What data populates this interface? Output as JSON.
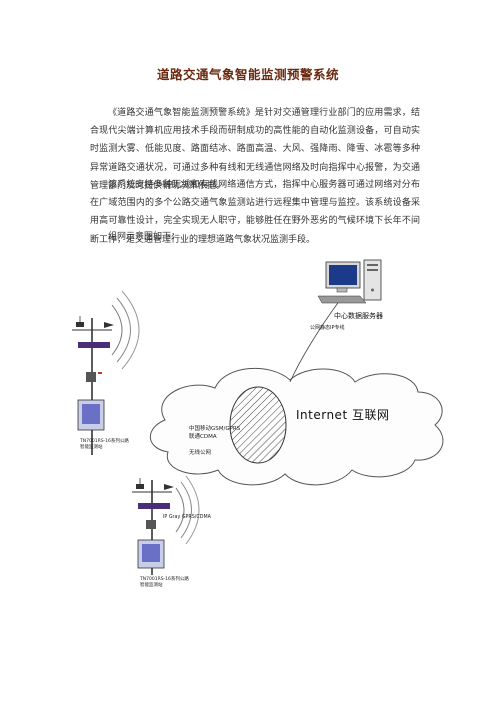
{
  "doc": {
    "title": "道路交通气象智能监测预警系统",
    "paragraphs": [
      "《道路交通气象智能监测预警系统》是针对交通管理行业部门的应用需求，结合现代尖端计算机应用技术手段而研制成功的高性能的自动化监测设备，可自动实时监测大雾、低能见度、路面结冰、路面高温、大风、强降雨、降雪、冰雹等多种异常道路交通状况，可通过多种有线和无线通信网络及时向指挥中心报警，为交通管理部门及时提供辅助决策依据。",
      "该系统支持多种无线和有线网络通信方式，指挥中心服务器可通过网络对分布在广域范围内的多个公路交通气象监测站进行远程集中管理与监控。该系统设备采用高可靠性设计，完全实现无人职守，能够胜任在野外恶劣的气候环境下长年不间断工作，是交通管理行业的理想道路气象状况监测手段。",
      "组网示意图如下："
    ]
  },
  "diagram": {
    "server_label": "中心数据服务器",
    "server_sublabel": "公网静态IP专线",
    "internet_label": "Internet 互联网",
    "mobile_line1": "中国移动GSM/GPRS",
    "mobile_line2": "联通CDMA",
    "wireless_label": "无线公网",
    "station_top_label_line1": "TN7001RS-16系列公路",
    "station_top_label_line2": "智能监测站",
    "station_bottom_ip_label": "IP Gray GPRS/CDMA",
    "station_bottom_label_line1": "TN7001RS-16系列公路",
    "station_bottom_label_line2": "智能监测站"
  }
}
